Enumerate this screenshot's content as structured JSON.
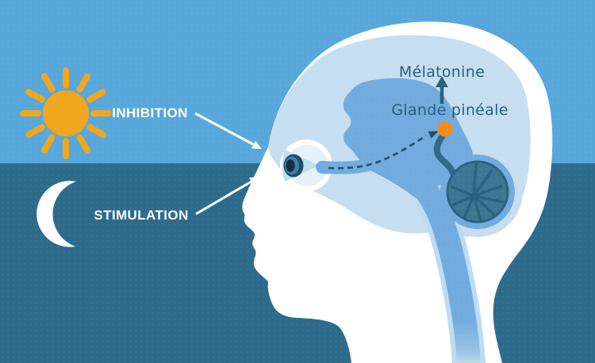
{
  "scene": {
    "description": "Melatonin production diagram — light inhibits, darkness stimulates the pineal gland",
    "day": {
      "label": "INHIBITION",
      "icon": "sun-icon"
    },
    "night": {
      "label": "STIMULATION",
      "icon": "moon-icon"
    },
    "brain": {
      "melatonin_label": "Mélatonine",
      "pineal_label": "Glande pinéale"
    }
  },
  "palette": {
    "day_sky": "#58A7DB",
    "night_sky": "#2E6B8B",
    "sun": "#F0A61E",
    "moon": "#FFFFFF",
    "head": "#FFFFFF",
    "brain_light": "#C6DEF1",
    "brain_mid": "#72ABDD",
    "cerebellum": "#3B7795",
    "cerebellum_line": "#2B617F",
    "brainstem_dark": "#2F6A89",
    "spine_light": "#BBDCF4",
    "pineal": "#F28C1C",
    "dash": "#1F4F68",
    "annotation_text": "#27607D",
    "iris_ring": "#1C4C65",
    "iris": "#3F7FA3",
    "pupil": "#122F40",
    "arrow_white": "#FFFFFF"
  }
}
